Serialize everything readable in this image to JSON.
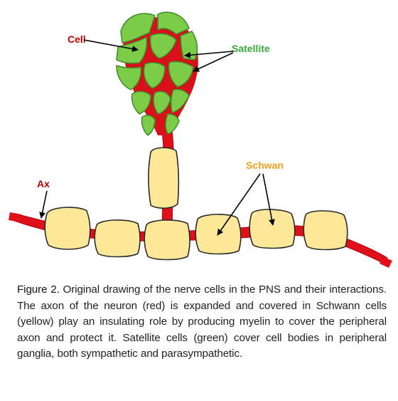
{
  "figure": {
    "labels": {
      "cell": "Cell",
      "satellite": "Satellite",
      "schwan": "Schwan",
      "ax": "Ax"
    },
    "colors": {
      "axon": "#e0101a",
      "axon_dark": "#b00010",
      "satellite_fill": "#7ccc48",
      "satellite_stroke": "#3c8a2a",
      "schwann_fill": "#fde89a",
      "schwann_stroke": "#2a2a2a",
      "cell_label": "#c00000",
      "satellite_label": "#3aa83a",
      "schwan_label": "#f5a020",
      "ax_label": "#c00000",
      "arrow": "#000000"
    }
  },
  "caption": {
    "label": "Figure 2.",
    "text": " Original drawing of the nerve cells in the PNS and their interactions. The axon of the neuron (red) is expanded and covered in Schwann cells (yellow) play an insulating role by producing myelin to cover the peripheral axon and protect it. Satellite cells (green) cover cell bodies in peripheral ganglia, both sympathetic and parasympathetic."
  }
}
